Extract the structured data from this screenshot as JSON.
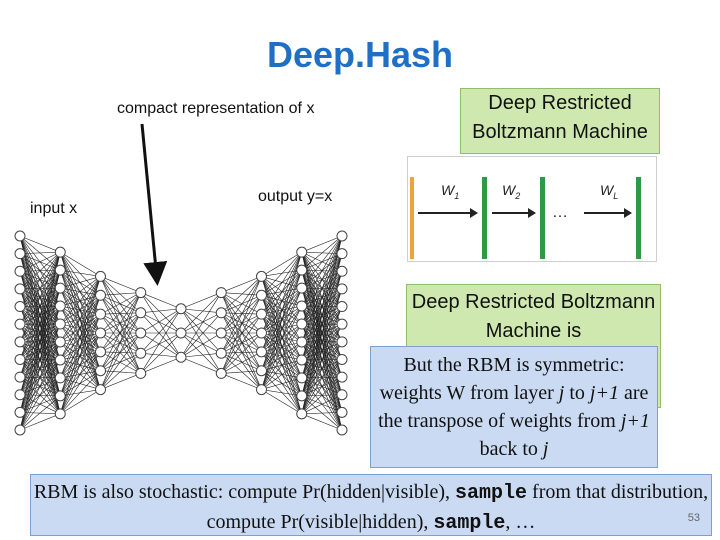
{
  "slide": {
    "title": "Deep.Hash",
    "number": "53"
  },
  "labels": {
    "compact": "compact representation of x",
    "input": "input x",
    "output": "output y=x"
  },
  "rbm_box": {
    "text": "Deep Restricted Boltzmann Machine"
  },
  "rbm_panel": {
    "weights": [
      "W",
      "W",
      "W"
    ],
    "subscripts": [
      "1",
      "2",
      "L"
    ],
    "ellipsis": "…",
    "colors": {
      "orange": "#f0a23c",
      "green": "#2e9a46",
      "arrow": "#222222"
    }
  },
  "box_is": {
    "text": "Deep Restricted Boltzmann Machine is"
  },
  "box_sym": {
    "p1": "But the RBM is symmetric: weights W from layer ",
    "j1": "j",
    "p2": " to ",
    "j2": "j+1",
    "p3": " are the transpose of weights from ",
    "j3": "j+1",
    "p4": " back to ",
    "j4": "j"
  },
  "box_stoch": {
    "p1": "RBM is also stochastic: compute Pr(hidden|visible), ",
    "s1": "sample",
    "p2": " from that distribution, compute Pr(visible|hidden), ",
    "s2": "sample",
    "p3": ", …"
  },
  "network": {
    "layers": [
      12,
      10,
      7,
      5,
      3,
      5,
      7,
      10,
      12
    ],
    "node_color": "#ffffff",
    "line_color": "#222222"
  }
}
